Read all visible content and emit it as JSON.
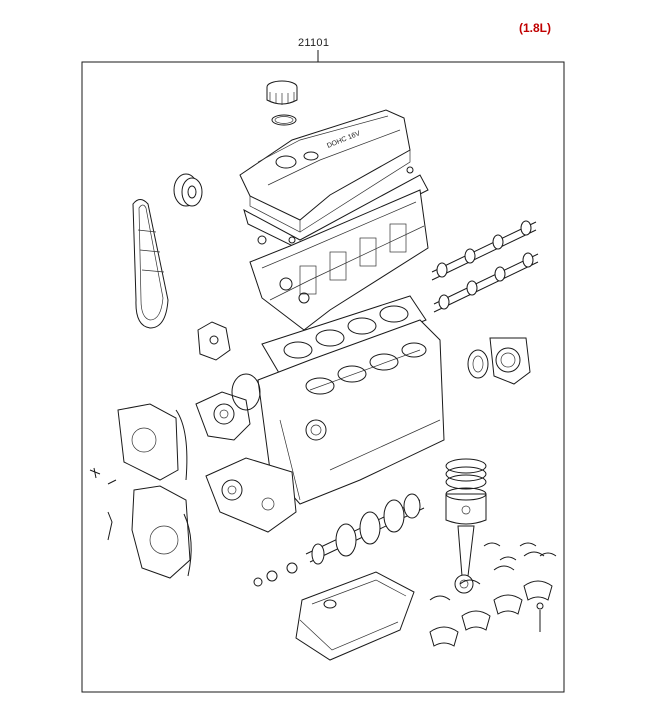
{
  "header": {
    "engine_variant": "(1.8L)",
    "assembly_part_number": "21101"
  },
  "colors": {
    "variant_text": "#c00000",
    "line_art": "#1a1a1a",
    "background": "#ffffff"
  },
  "components": [
    "oil-filler-cap",
    "cap-o-ring",
    "rocker-cover",
    "cover-gasket",
    "timing-belt",
    "camshaft-sprocket",
    "cylinder-head",
    "camshaft-intake",
    "camshaft-exhaust",
    "engine-mount-bracket",
    "head-gasket",
    "cylinder-block",
    "rear-oil-seal-case",
    "water-pump",
    "timing-cover-upper",
    "timing-cover-lower",
    "oil-pump",
    "piston-rings",
    "piston",
    "connecting-rod",
    "crankshaft",
    "oil-pan",
    "main-bearings",
    "rod-bearings",
    "bolts"
  ]
}
